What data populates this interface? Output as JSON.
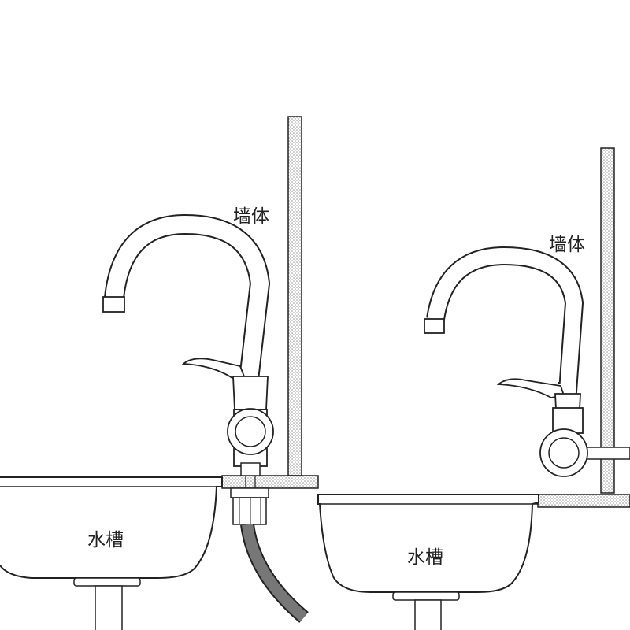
{
  "labels": {
    "wall_left": "墙体",
    "wall_right": "墙体",
    "sink_left": "水槽",
    "sink_right": "水槽"
  },
  "colors": {
    "background": "#ffffff",
    "line": "#222222",
    "fill": "#ffffff",
    "hatch": "#9a9a9a",
    "text": "#222222"
  }
}
